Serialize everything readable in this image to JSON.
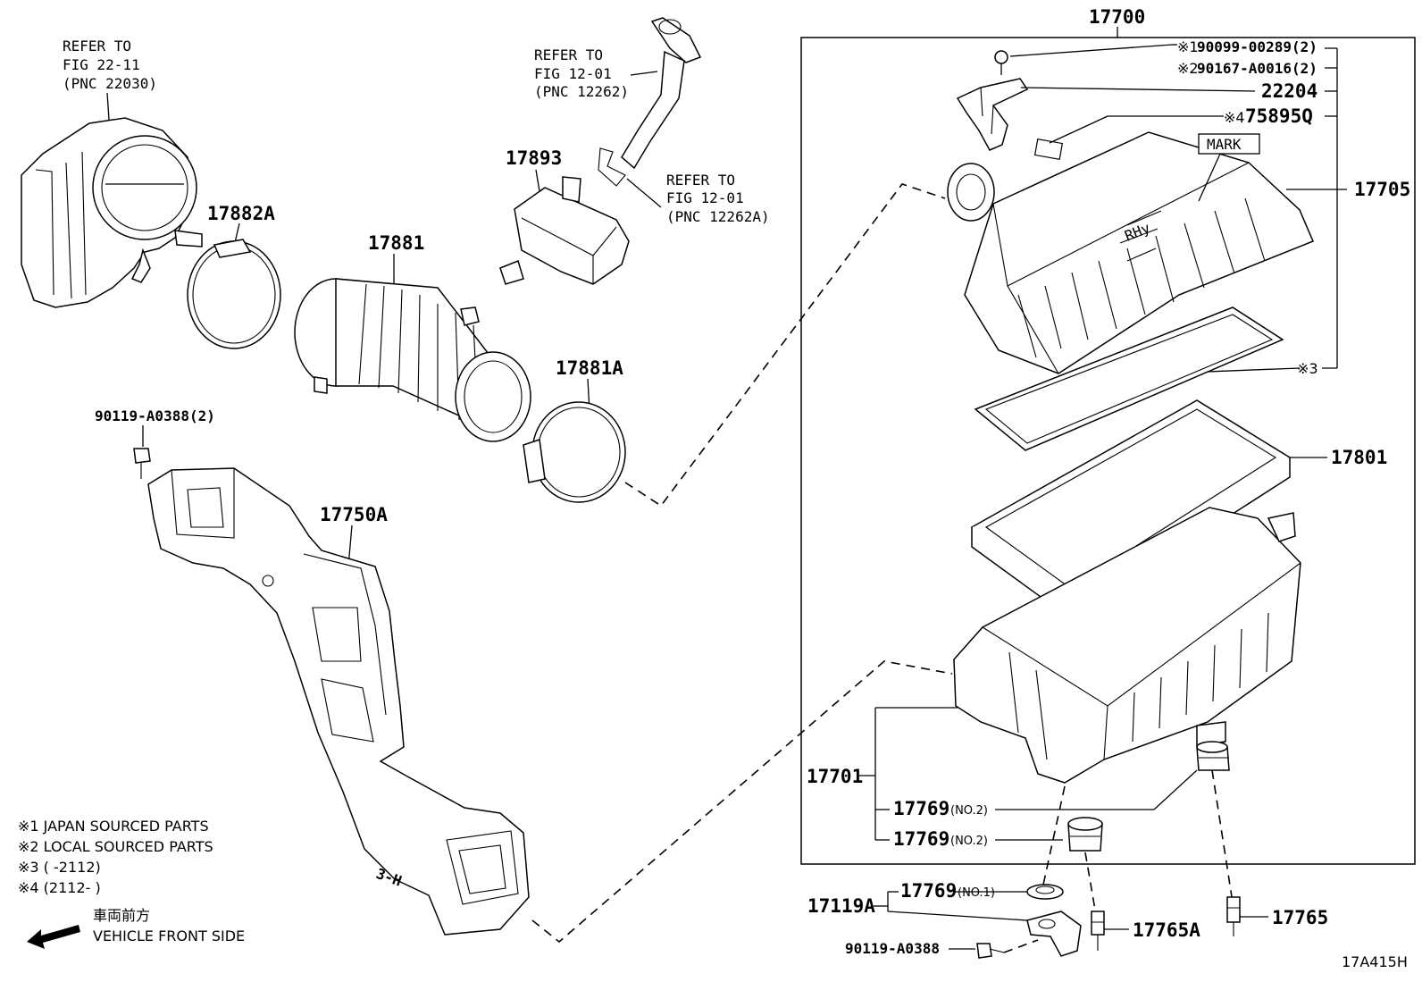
{
  "labels": {
    "assembly": "17700",
    "body_17705": "17705",
    "element_17801": "17801",
    "case_17701": "17701",
    "sensor_22204": "22204",
    "label_75895q": "75895Q",
    "screw1": "90099-00289(2)",
    "screw2": "90167-A0016(2)",
    "mark3": "※3",
    "mark1": "※1",
    "mark2": "※2",
    "mark4": "※4",
    "mark_label": "MARK",
    "throttle_ref_line1": "REFER TO",
    "throttle_ref_line2": "FIG 22-11",
    "throttle_ref_line3": "(PNC 22030)",
    "hose_ref_line1": "REFER TO",
    "hose_ref_line2": "FIG 12-01",
    "hose_ref_line3": "(PNC 12262)",
    "clip_ref_line1": "REFER TO",
    "clip_ref_line2": "FIG 12-01",
    "clip_ref_line3": "(PNC 12262A)",
    "resonator_17893": "17893",
    "clamp_17882a": "17882A",
    "hose_17881": "17881",
    "clamp_17881a": "17881A",
    "bolt_90119_2": "90119-A0388(2)",
    "duct_17750a": "17750A",
    "grommet_17769": "17769",
    "no2": "(NO.2)",
    "no1": "(NO.1)",
    "bracket_17119a": "17119A",
    "bolt_90119": "90119-A0388",
    "pin_17765a": "17765A",
    "pin_17765": "17765",
    "duct_logo": "3-H"
  },
  "notes": {
    "n1": "※1 JAPAN SOURCED PARTS",
    "n2": "※2 LOCAL SOURCED PARTS",
    "n3": "※3 (       -2112)",
    "n4": "※4 (2112-       )"
  },
  "direction": {
    "jp": "車両前方",
    "en": "VEHICLE FRONT SIDE"
  },
  "figure_code": "17A415H"
}
